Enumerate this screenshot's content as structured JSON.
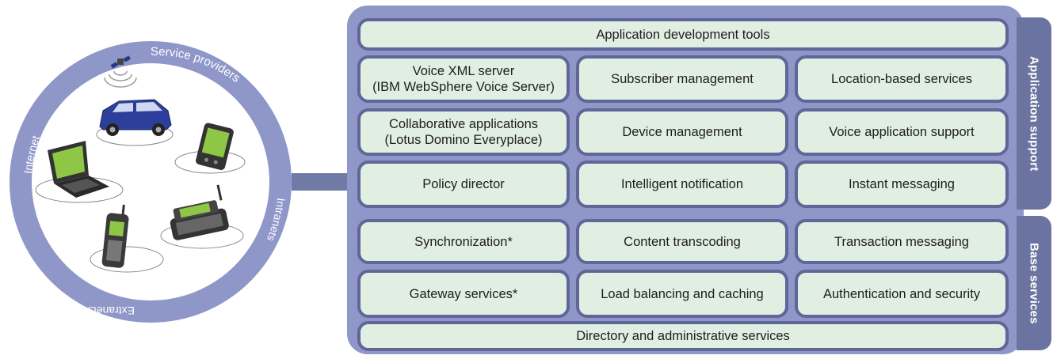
{
  "left_circle": {
    "labels": {
      "service_providers": "Service providers",
      "internet": "Internet",
      "intranets": "Intranets",
      "extranets": "Extranets"
    },
    "devices": [
      "satellite-icon",
      "car-icon",
      "pda-icon",
      "laptop-icon",
      "communicator-phone-icon",
      "mobile-phone-icon"
    ]
  },
  "side_tabs": {
    "application_support": "Application support",
    "base_services": "Base services"
  },
  "boxes": {
    "app_dev_tools": "Application development tools",
    "voice_xml": "Voice XML server\n(IBM WebSphere Voice Server)",
    "subscriber_mgmt": "Subscriber management",
    "location_services": "Location-based services",
    "collaborative_apps": "Collaborative applications\n(Lotus Domino Everyplace)",
    "device_mgmt": "Device management",
    "voice_app_support": "Voice application support",
    "policy_director": "Policy director",
    "intelligent_notification": "Intelligent notification",
    "instant_messaging": "Instant messaging",
    "synchronization": "Synchronization*",
    "content_transcoding": "Content transcoding",
    "transaction_messaging": "Transaction messaging",
    "gateway_services": "Gateway services*",
    "load_balancing": "Load balancing and caching",
    "auth_security": "Authentication and security",
    "directory_admin": "Directory and administrative services"
  },
  "colors": {
    "panel": "#8f97c8",
    "box_fill": "#e1efe3",
    "box_border": "#5e6797",
    "tab": "#6b74a0",
    "ring": "#8f97c8"
  }
}
